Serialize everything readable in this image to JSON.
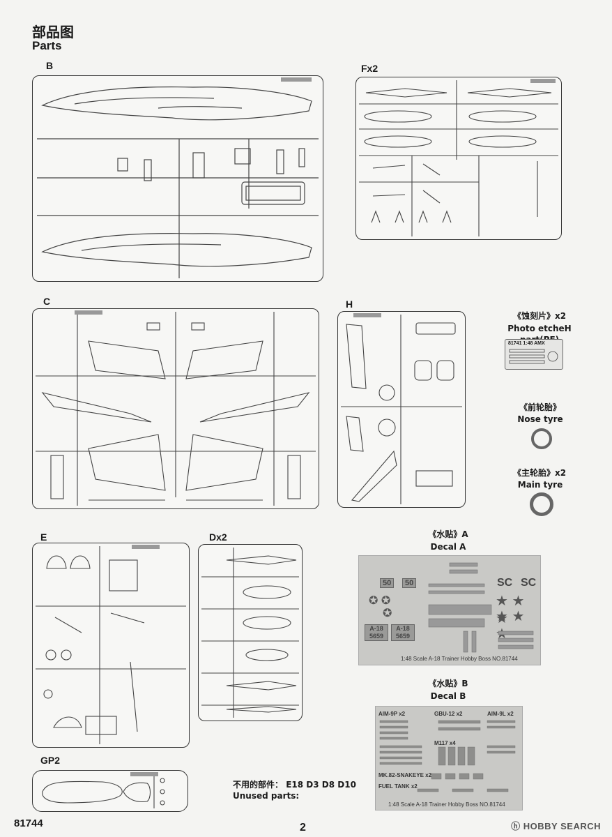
{
  "header": {
    "title_cn": "部品图",
    "title_en": "Parts"
  },
  "sprues": {
    "B": "B",
    "Fx2": "Fx2",
    "C": "C",
    "H": "H",
    "E": "E",
    "Dx2": "Dx2",
    "GP2": "GP2"
  },
  "extras": {
    "pe_cn": "《蚀刻片》x2",
    "pe_en": "Photo etcheH part(PE)",
    "pe_code": "81741 1:48 AMX",
    "nose_cn": "《前轮胎》",
    "nose_en": "Nose tyre",
    "main_cn": "《主轮胎》x2",
    "main_en": "Main tyre"
  },
  "decal_a": {
    "caption_cn": "《水贴》A",
    "caption_en": "Decal A",
    "mark_50": "50",
    "mark_sc": "SC",
    "mark_a18": "A-18",
    "mark_5659": "5659",
    "footer": "1:48  Scale   A-18 Trainer   Hobby Boss   NO.81744"
  },
  "decal_b": {
    "caption_cn": "《水贴》B",
    "caption_en": "Decal B",
    "aim9p": "AIM-9P x2",
    "gbu12": "GBU-12 x2",
    "aim9l": "AIM-9L x2",
    "m117": "M117 x4",
    "mk82": "MK.82-SNAKEYE x2",
    "fuel": "FUEL TANK x2",
    "footer": "1:48  Scale   A-18 Trainer   Hobby Boss   NO.81744"
  },
  "unused": {
    "label_cn": "不用的部件：",
    "parts": "E18 D3 D8 D10",
    "label_en": "Unused parts:"
  },
  "footer": {
    "code": "81744",
    "page": "2",
    "watermark": "HOBBY SEARCH"
  }
}
